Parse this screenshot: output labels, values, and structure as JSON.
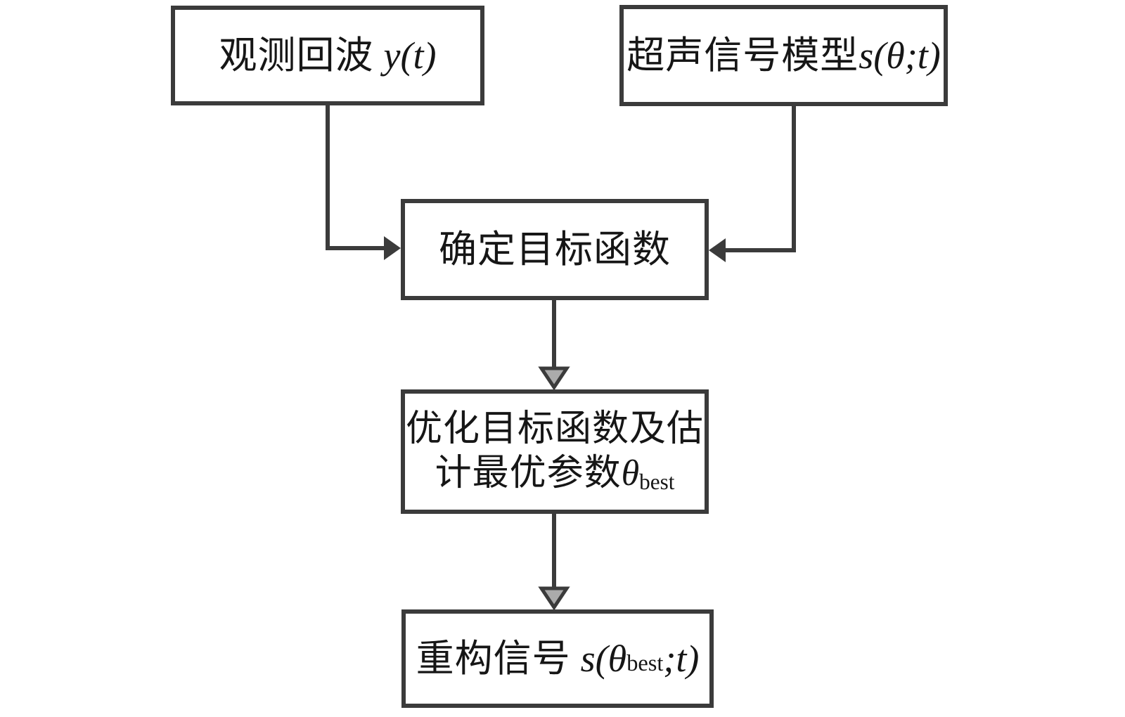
{
  "diagram": {
    "title": "ultrasonic-echo-parameter-estimation-flowchart",
    "colors": {
      "line": "#3b3b3b",
      "text": "#161616",
      "background": "#ffffff",
      "vertical_arrowhead_fill": "#ababab"
    },
    "nodes": {
      "observed_echo": {
        "text": "观测回波",
        "math": "y(t)"
      },
      "signal_model": {
        "text": "超声信号模型",
        "math": "s(θ;t)"
      },
      "objective": {
        "text": "确定目标函数"
      },
      "optimize": {
        "line1": "优化目标函数及估",
        "line2_text": "计最优参数",
        "line2_symbol": "θ",
        "line2_subscript": "best"
      },
      "reconstruct": {
        "text": "重构信号",
        "math_open": "s(θ",
        "subscript": "best",
        "math_close": ";t)"
      }
    },
    "connectors": [
      {
        "from": "observed_echo",
        "to": "objective",
        "shape": "down-then-right",
        "arrowhead": "solid"
      },
      {
        "from": "signal_model",
        "to": "objective",
        "shape": "down-then-left",
        "arrowhead": "solid"
      },
      {
        "from": "objective",
        "to": "optimize",
        "shape": "straight-down",
        "arrowhead": "outlined"
      },
      {
        "from": "optimize",
        "to": "reconstruct",
        "shape": "straight-down",
        "arrowhead": "outlined"
      }
    ]
  }
}
